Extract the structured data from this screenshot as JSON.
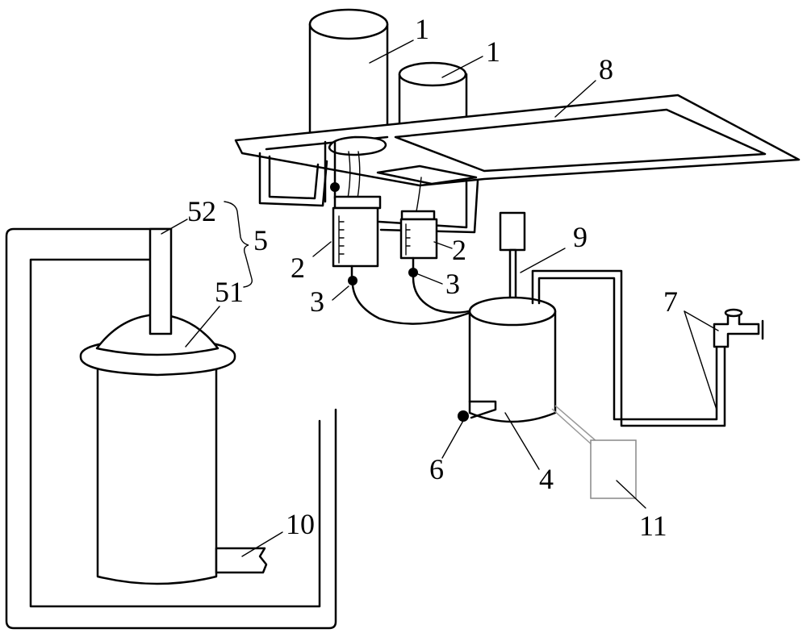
{
  "labels": {
    "tank_a": "1",
    "tank_b": "1",
    "meter_left": "2",
    "meter_right": "2",
    "valve_left": "3",
    "valve_mid": "3",
    "vessel": "4",
    "lid_group": "5",
    "lid_dome": "51",
    "exhaust_pipe": "52",
    "bottom_valve": "6",
    "faucet": "7",
    "frame": "8",
    "stirrer": "9",
    "outlet": "10",
    "control_box": "11"
  }
}
